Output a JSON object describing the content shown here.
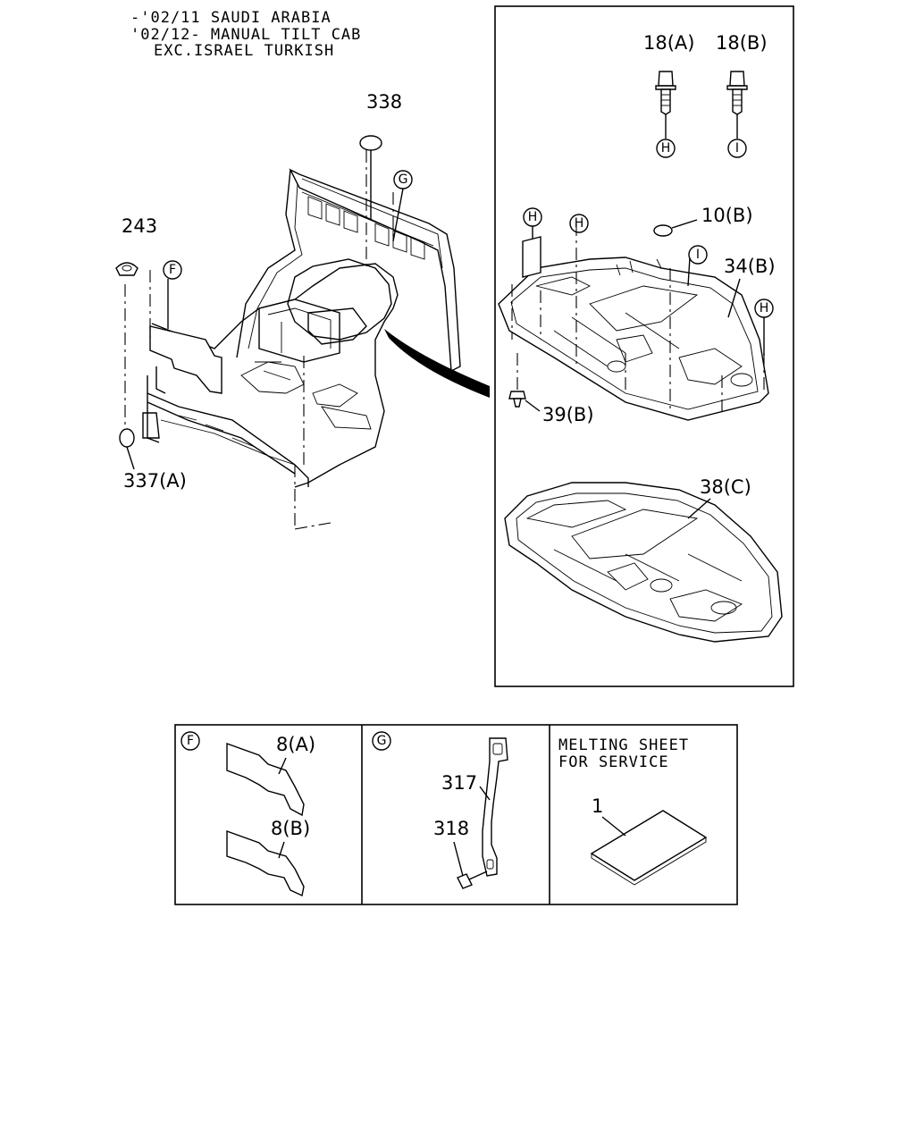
{
  "header": {
    "line1": "-'02/11 SAUDI ARABIA",
    "line2": "'02/12- MANUAL TILT CAB",
    "line3": "EXC.ISRAEL TURKISH"
  },
  "main": {
    "callouts": {
      "p338": "338",
      "p243": "243",
      "p337a": "337(A)",
      "ref_f": "F",
      "ref_g": "G"
    }
  },
  "detail": {
    "callouts": {
      "p18a": "18(A)",
      "p18b": "18(B)",
      "p10b": "10(B)",
      "p34b": "34(B)",
      "p39b": "39(B)",
      "p38c": "38(C)",
      "ref_h": "H",
      "ref_i": "I"
    }
  },
  "legend": {
    "panel_f": {
      "ref": "F",
      "part_a": "8(A)",
      "part_b": "8(B)"
    },
    "panel_g": {
      "ref": "G",
      "part_317": "317",
      "part_318": "318"
    },
    "panel_sheet": {
      "title1": "MELTING SHEET",
      "title2": "FOR SERVICE",
      "part_1": "1"
    }
  }
}
